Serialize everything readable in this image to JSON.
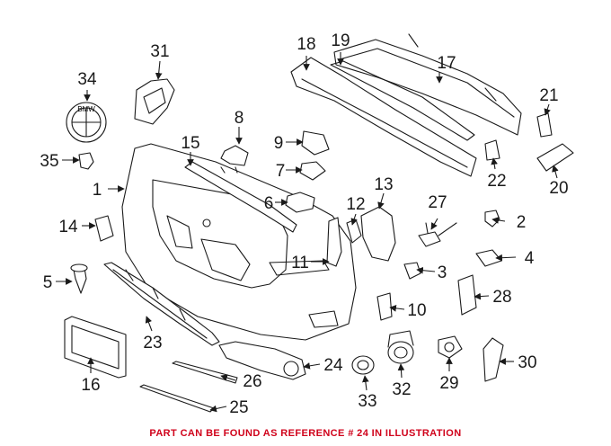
{
  "callouts": [
    "1",
    "2",
    "3",
    "4",
    "5",
    "6",
    "7",
    "8",
    "9",
    "10",
    "11",
    "12",
    "13",
    "14",
    "15",
    "16",
    "17",
    "18",
    "19",
    "20",
    "21",
    "22",
    "23",
    "24",
    "25",
    "26",
    "27",
    "28",
    "29",
    "30",
    "31",
    "33",
    "34",
    "35",
    "32"
  ],
  "emblem_text": "BMW",
  "caption": "PART CAN BE FOUND AS REFERENCE # 24 IN ILLUSTRATION",
  "caption_color": "#d0021b"
}
